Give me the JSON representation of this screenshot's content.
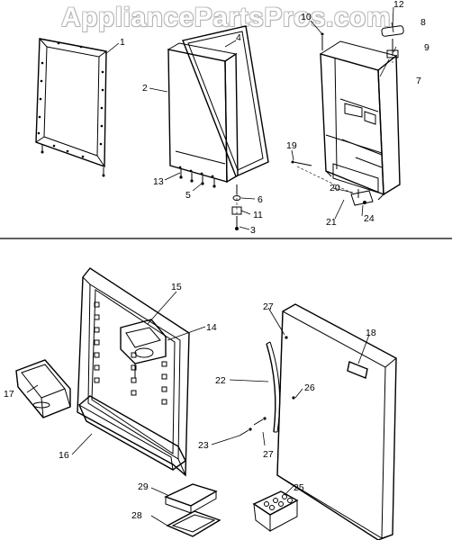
{
  "watermark": "AppliancePartsPros.com",
  "callouts": {
    "c1": "1",
    "c2": "2",
    "c3": "3",
    "c4": "4",
    "c5": "5",
    "c6": "6",
    "c7": "7",
    "c8": "8",
    "c9": "9",
    "c10": "10",
    "c11": "11",
    "c12": "12",
    "c13": "13",
    "c14": "14",
    "c15": "15",
    "c16": "16",
    "c17": "17",
    "c18": "18",
    "c19": "19",
    "c20": "20",
    "c21": "21",
    "c22": "22",
    "c23": "23",
    "c24": "24",
    "c25": "25",
    "c26": "26",
    "c27a": "27",
    "c27b": "27",
    "c28": "28",
    "c29": "29"
  }
}
